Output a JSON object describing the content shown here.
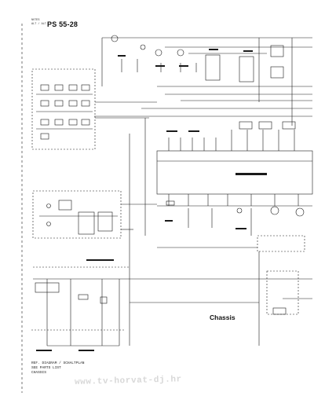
{
  "header": {
    "line1": "NOTES",
    "line2": "ALT / ALT",
    "model": "PS 55-28"
  },
  "labels": {
    "chassis": "Chassis"
  },
  "footnote": {
    "line1": "REF. DIAGRAM / SCHALTPLAN",
    "line2": "SEE PARTS LIST",
    "line3": "CHASSIS"
  },
  "watermark": "www.tv-horvat-dj.hr",
  "colors": {
    "ink": "#1a1a1a",
    "paper": "#ffffff",
    "watermark": "#d8d8d8"
  }
}
